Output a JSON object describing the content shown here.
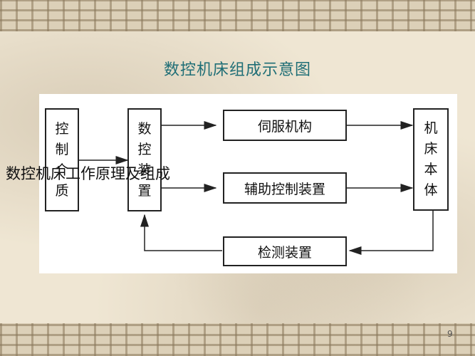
{
  "slide": {
    "title": "数控机床组成示意图",
    "overlay_text": "数控机床工作原理及组成",
    "page_number": "9"
  },
  "diagram": {
    "nodes": [
      {
        "id": "media",
        "chars": [
          "控",
          "制",
          "介",
          "质"
        ]
      },
      {
        "id": "nc",
        "chars": [
          "数",
          "控",
          "装",
          "置"
        ]
      },
      {
        "id": "servo",
        "label": "伺服机构"
      },
      {
        "id": "aux",
        "label": "辅助控制装置"
      },
      {
        "id": "machine",
        "chars": [
          "机",
          "床",
          "本",
          "体"
        ]
      },
      {
        "id": "detect",
        "label": "检测装置"
      }
    ],
    "edges": [
      {
        "from": "media",
        "to": "nc"
      },
      {
        "from": "nc",
        "to": "servo"
      },
      {
        "from": "nc",
        "to": "aux"
      },
      {
        "from": "servo",
        "to": "machine"
      },
      {
        "from": "aux",
        "to": "machine"
      },
      {
        "from": "machine",
        "to": "detect"
      },
      {
        "from": "detect",
        "to": "nc"
      }
    ]
  }
}
